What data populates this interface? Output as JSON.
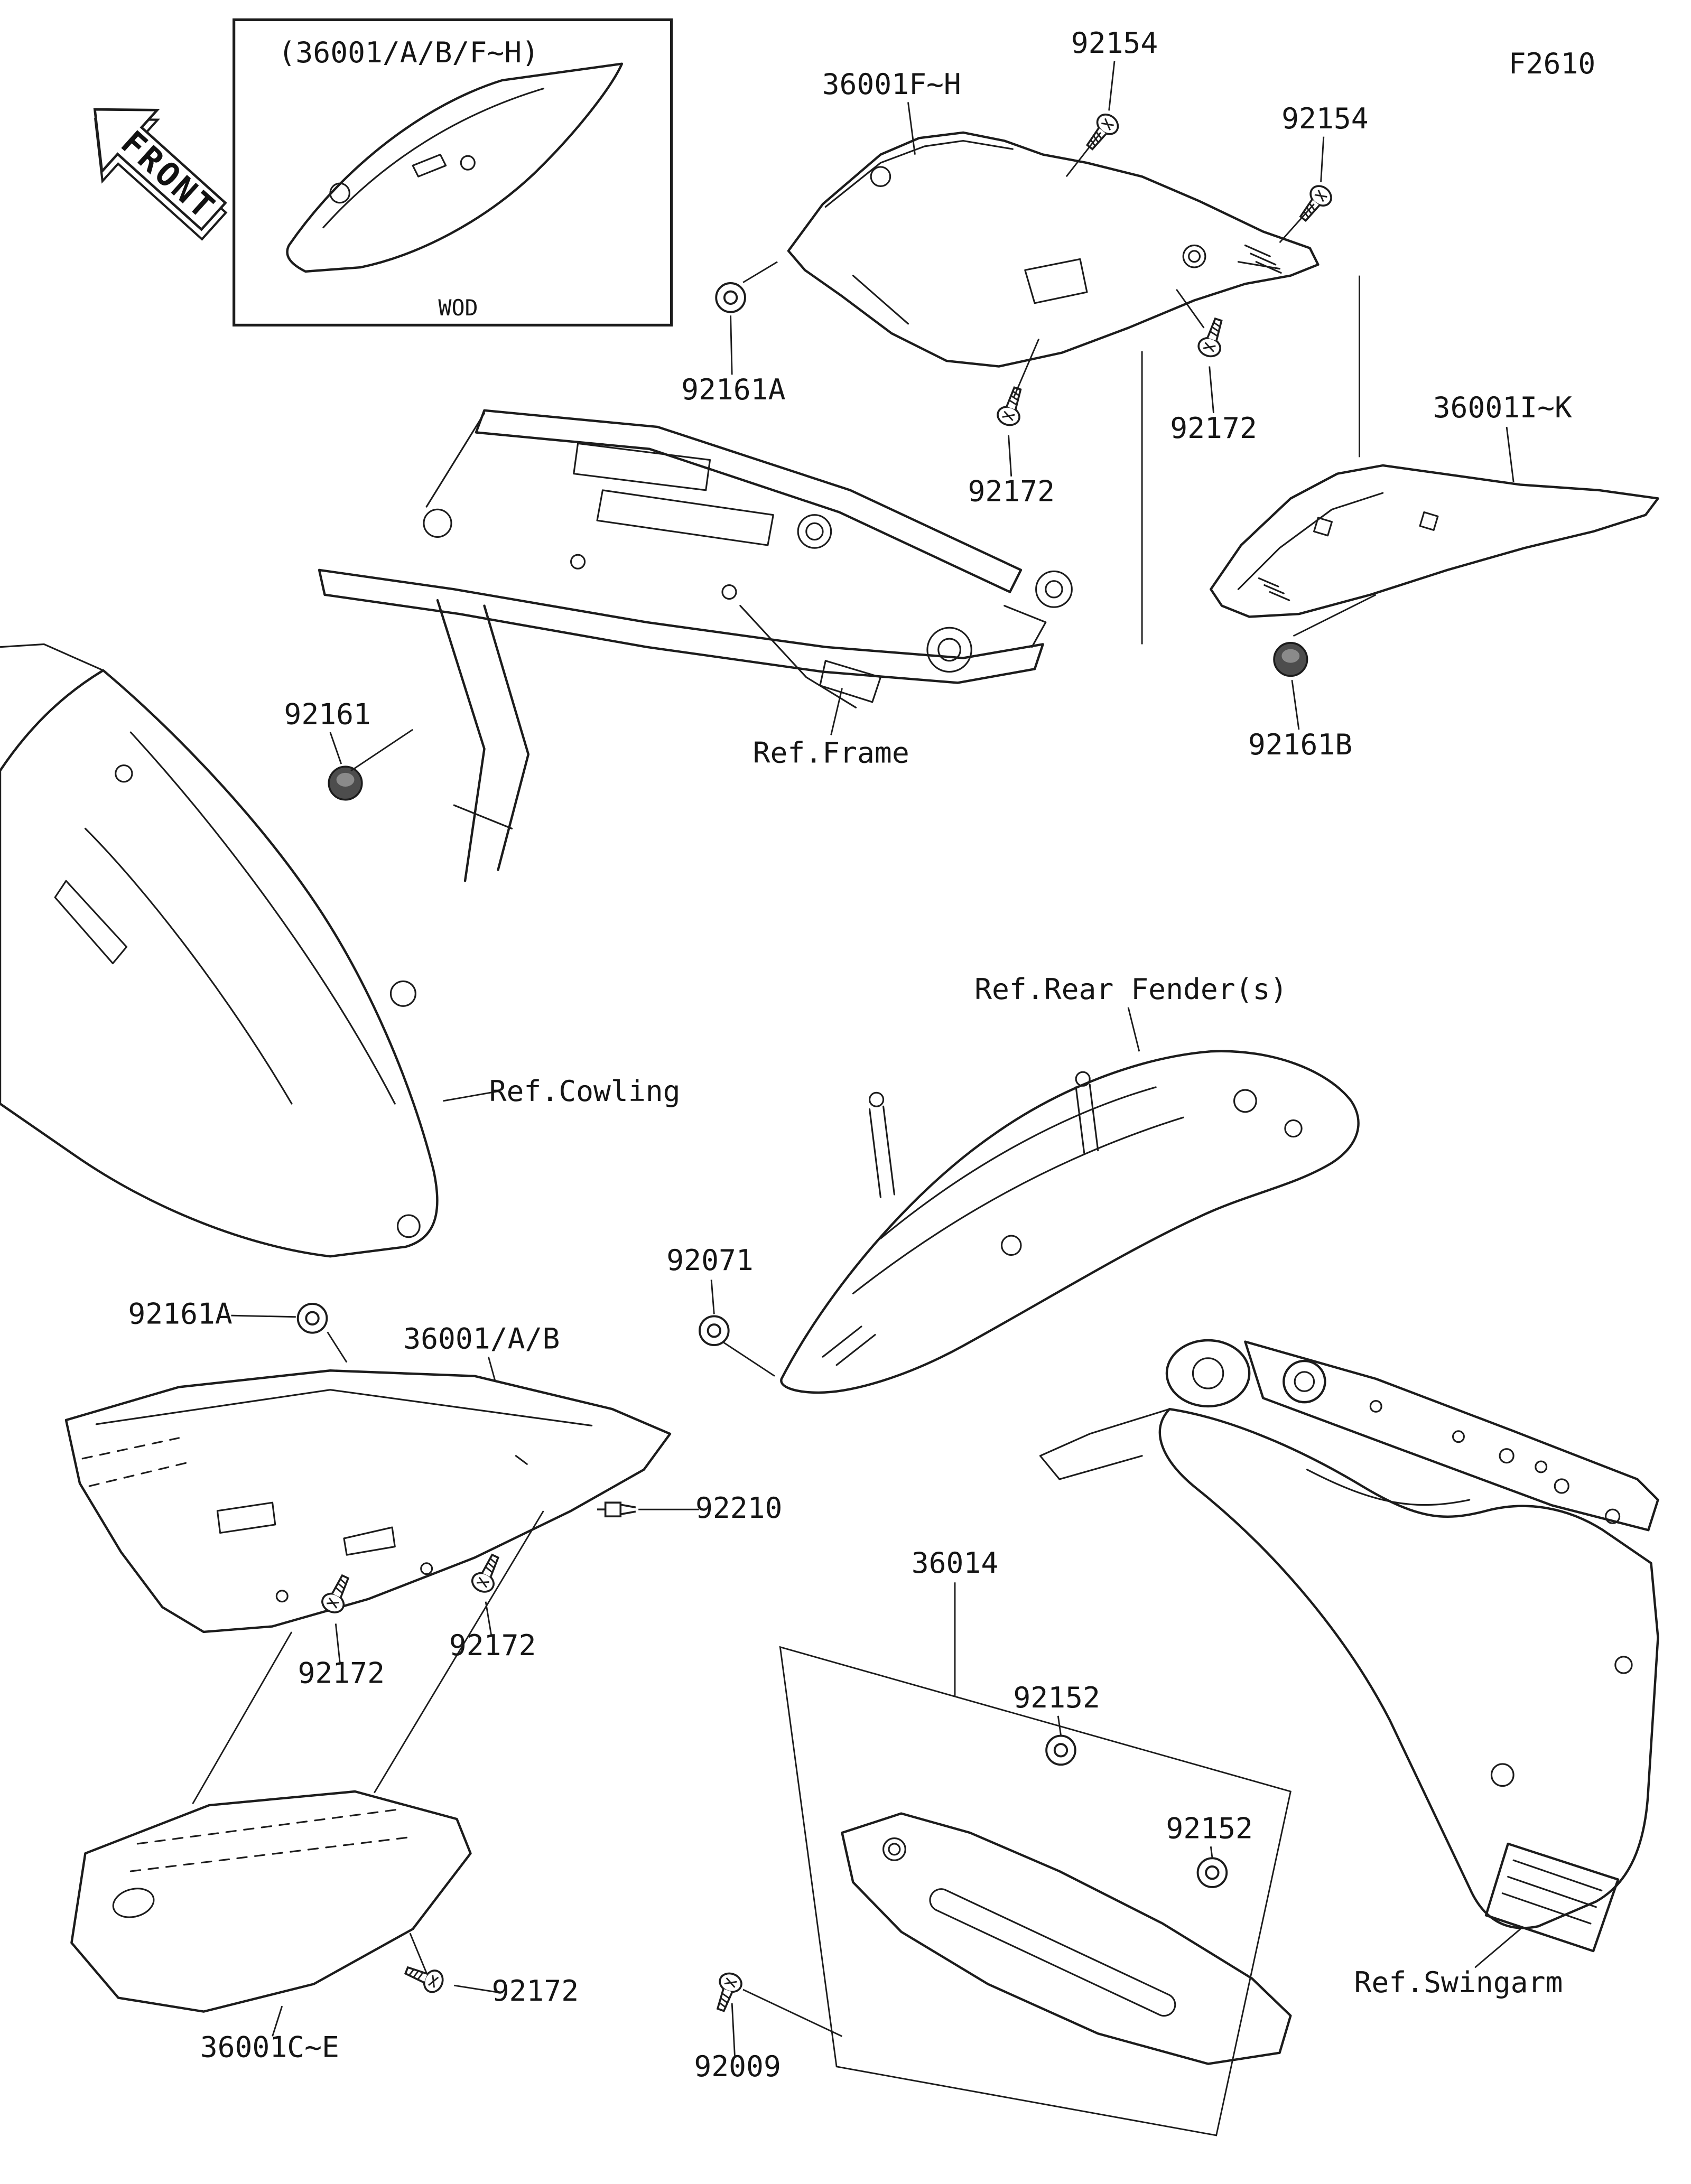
{
  "page": {
    "background": "#ffffff",
    "ink": "#1c1c1c",
    "figure_code": "F2610"
  },
  "front_indicator": {
    "label": "FRONT"
  },
  "inset": {
    "caption": "(36001/A/B/F~H)",
    "watermark": "WOD"
  },
  "callouts": {
    "c36001FH": "36001F~H",
    "c92154a": "92154",
    "c92154b": "92154",
    "c92161A_top": "92161A",
    "c92172_top": "92172",
    "c92172_upper": "92172",
    "c36001IK": "36001I~K",
    "c92161B": "92161B",
    "refFrame": "Ref.Frame",
    "c92161": "92161",
    "refCowling": "Ref.Cowling",
    "refRearFender": "Ref.Rear Fender(s)",
    "c92071": "92071",
    "c92161A_mid": "92161A",
    "c36001AB": "36001/A/B",
    "c92210": "92210",
    "c36014": "36014",
    "c92152a": "92152",
    "c92152b": "92152",
    "c92172_left_a": "92172",
    "c92172_left_b": "92172",
    "c36001CE": "36001C~E",
    "c92172_bottom": "92172",
    "c92009": "92009",
    "refSwingarm": "Ref.Swingarm"
  }
}
